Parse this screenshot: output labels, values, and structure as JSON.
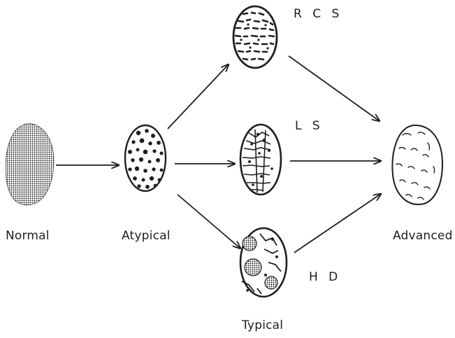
{
  "labels": {
    "normal": "Normal",
    "atypical": "Atypical",
    "advanced": "Advanced",
    "typical": "Typical",
    "rcs": "R C S",
    "ls": "L S",
    "hd": "H D"
  },
  "colors": {
    "ink": "#1e1e1e",
    "background": "#ffffff"
  }
}
